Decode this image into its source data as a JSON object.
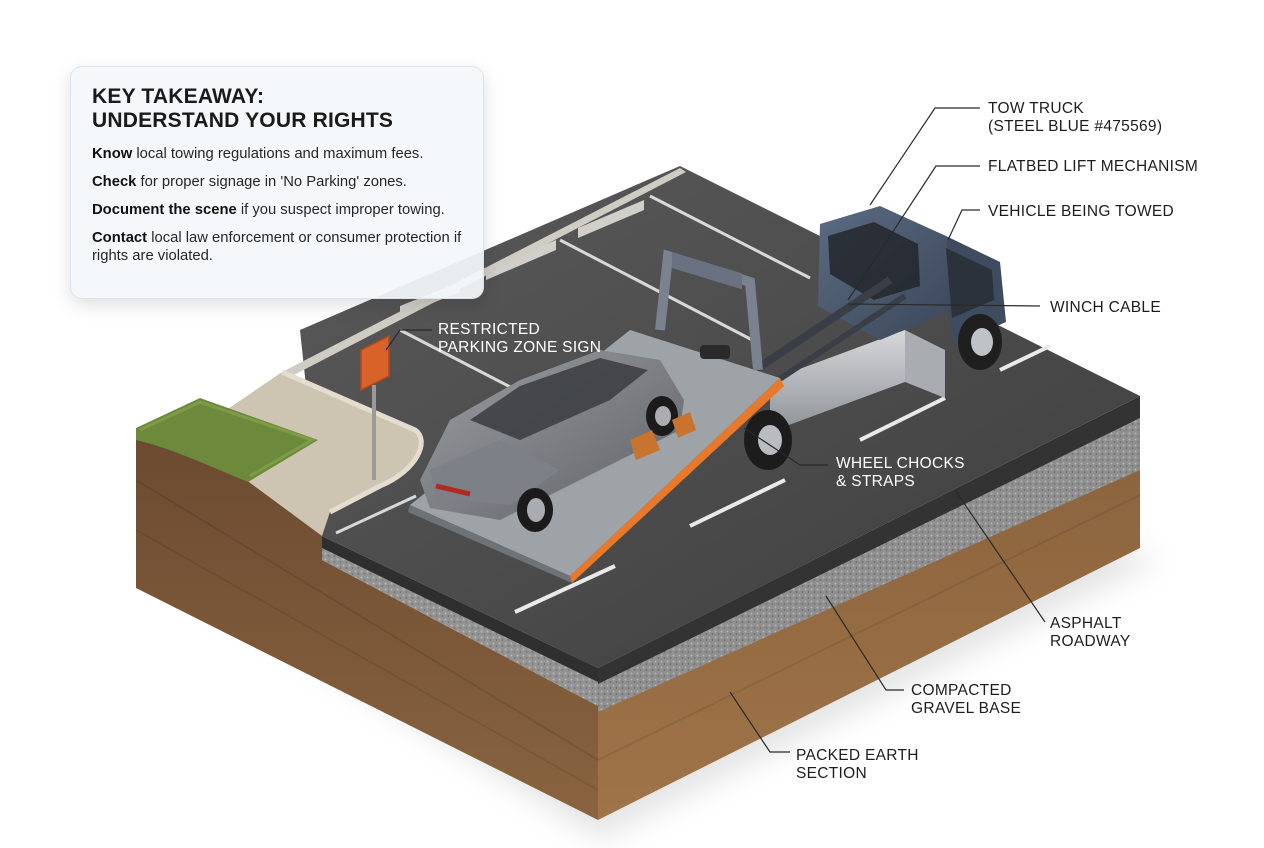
{
  "takeaway": {
    "title_line1": "KEY TAKEAWAY:",
    "title_line2": "UNDERSTAND YOUR RIGHTS",
    "points": [
      {
        "bold": "Know",
        "rest": " local towing regulations and maximum fees."
      },
      {
        "bold": "Check",
        "rest": " for proper signage in 'No Parking' zones."
      },
      {
        "bold": "Document the scene",
        "rest": " if you suspect improper towing."
      },
      {
        "bold": "Contact",
        "rest": " local law enforcement or consumer protection if rights are violated."
      }
    ]
  },
  "labels": {
    "tow_truck_1": "TOW TRUCK",
    "tow_truck_2": "(STEEL BLUE #475569)",
    "flatbed": "FLATBED LIFT MECHANISM",
    "vehicle": "VEHICLE BEING TOWED",
    "winch": "WINCH CABLE",
    "sign_1": "RESTRICTED",
    "sign_2": "PARKING ZONE SIGN",
    "chocks_1": "WHEEL CHOCKS",
    "chocks_2": "& STRAPS",
    "asphalt_1": "ASPHALT",
    "asphalt_2": "ROADWAY",
    "gravel_1": "COMPACTED",
    "gravel_2": "GRAVEL BASE",
    "earth_1": "PACKED EARTH",
    "earth_2": "SECTION"
  },
  "colors": {
    "truck": "#475569",
    "flatbed_accent": "#e8782a",
    "sign": "#d9622a",
    "asphalt": "#4a4a4a",
    "gravel": "#8c8c8c",
    "earth": "#7a5838",
    "grass": "#6d8a3c"
  }
}
